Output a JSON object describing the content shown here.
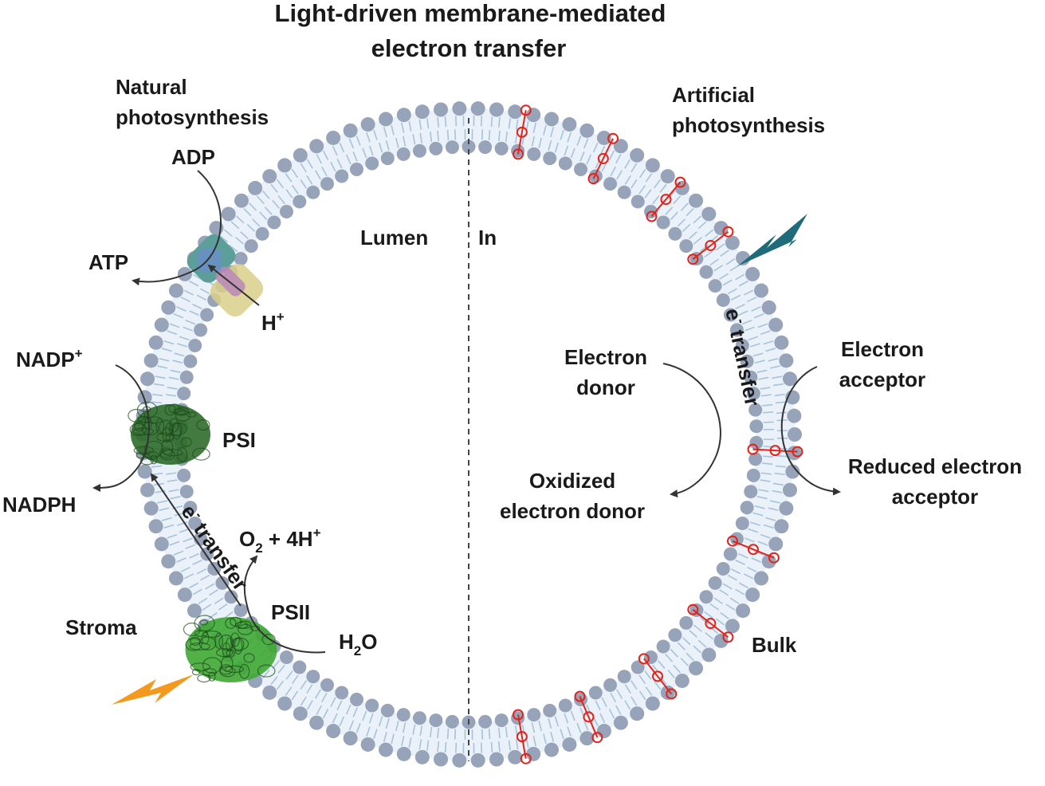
{
  "title": {
    "line1": "Light-driven membrane-mediated",
    "line2": "electron transfer"
  },
  "left": {
    "heading_line1": "Natural",
    "heading_line2": "photosynthesis",
    "adp": "ADP",
    "atp": "ATP",
    "proton": "H",
    "proton_sup": "+",
    "nadp": "NADP",
    "nadp_sup": "+",
    "nadph": "NADPH",
    "psi": "PSI",
    "psii": "PSII",
    "oxygen_o": "O",
    "oxygen_sub": "2",
    "oxygen_rest": " + 4H",
    "oxygen_sup": "+",
    "water_h": "H",
    "water_sub": "2",
    "water_o": "O",
    "stroma": "Stroma",
    "lumen": "Lumen",
    "etransfer_e": "e",
    "etransfer_sup": "-",
    "etransfer_rest": " transfer"
  },
  "right": {
    "heading_line1": "Artificial",
    "heading_line2": "photosynthesis",
    "in": "In",
    "bulk": "Bulk",
    "donor_line1": "Electron",
    "donor_line2": "donor",
    "oxidized_line1": "Oxidized",
    "oxidized_line2": "electron donor",
    "acceptor_line1": "Electron",
    "acceptor_line2": "acceptor",
    "reduced_line1": "Reduced electron",
    "reduced_line2": "acceptor",
    "etransfer_e": "e",
    "etransfer_sup": "-",
    "etransfer_rest": " transfer"
  },
  "colors": {
    "lipid_head": "#97a3b8",
    "lipid_tail": "#a6c2dc",
    "membrane_fill": "#eaf1f9",
    "psi_green": "#2e6b2a",
    "psii_green": "#3ea833",
    "synthase_teal": "#5b9e9a",
    "linker_red": "#e2231a",
    "lightning_orange": "#f39a1e",
    "lightning_teal": "#1f6b7a"
  },
  "icons": {
    "left_lightning": "lightning-bolt-icon",
    "right_lightning": "lightning-bolt-icon",
    "atp_synthase": "atp-synthase-protein-icon",
    "photosystem_i": "photosystem-i-protein-icon",
    "photosystem_ii": "photosystem-ii-protein-icon"
  }
}
